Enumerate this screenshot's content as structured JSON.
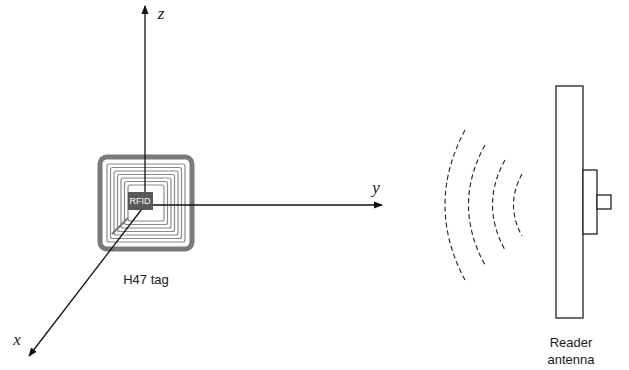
{
  "diagram": {
    "nodes": [
      {
        "text": [
          "RFID"
        ]
      }
    ],
    "labels": [
      "z",
      "y",
      "x",
      "H47 tag",
      "Reader antenna"
    ]
  }
}
